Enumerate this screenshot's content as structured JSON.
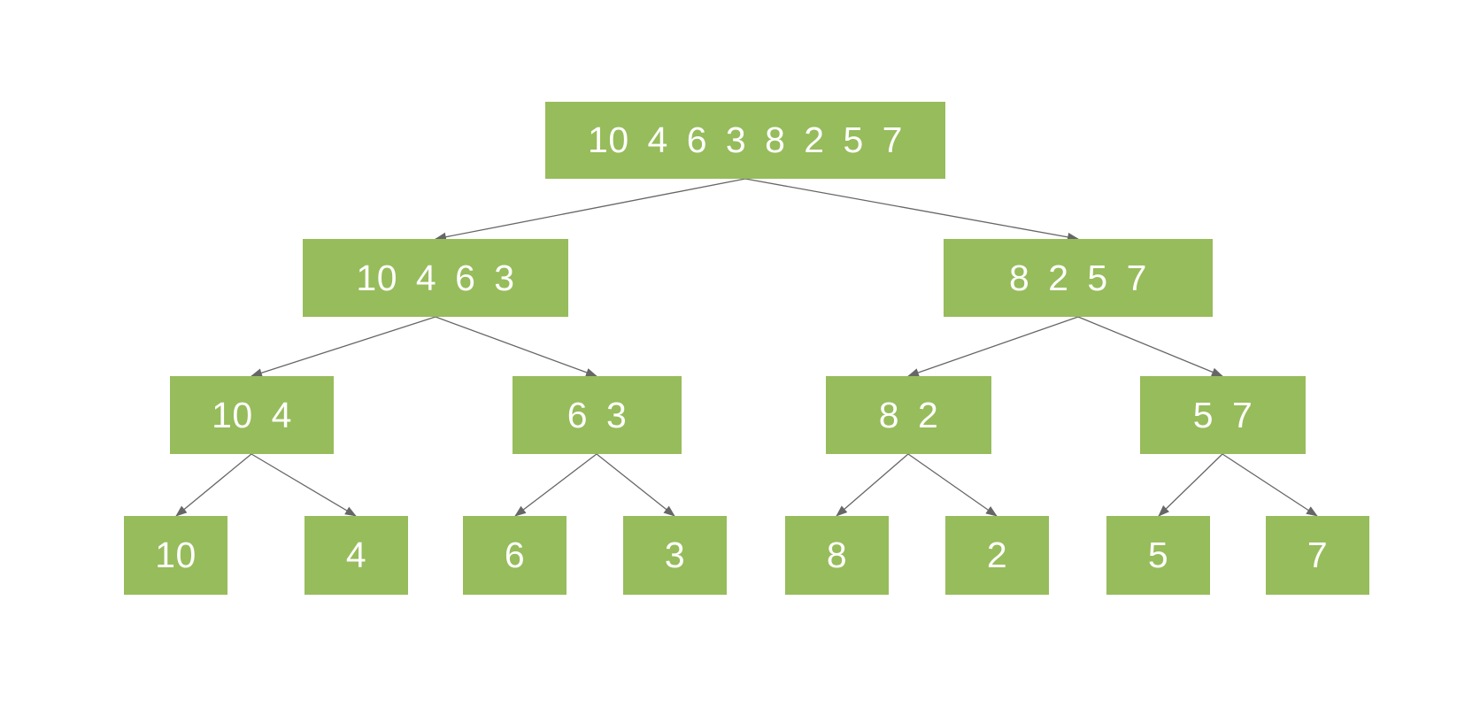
{
  "diagram": {
    "type": "binary-tree",
    "colors": {
      "node_fill": "#97bc5b",
      "node_text": "#ffffff",
      "edge_color": "#666666",
      "canvas_bg": "#ffffff"
    },
    "tree": {
      "root": {
        "label": "10 4 6 3 8 2 5 7",
        "values": [
          10,
          4,
          6,
          3,
          8,
          2,
          5,
          7
        ]
      },
      "level1": [
        {
          "label": "10 4 6 3",
          "values": [
            10,
            4,
            6,
            3
          ]
        },
        {
          "label": "8 2 5 7",
          "values": [
            8,
            2,
            5,
            7
          ]
        }
      ],
      "level2": [
        {
          "label": "10 4",
          "values": [
            10,
            4
          ]
        },
        {
          "label": "6 3",
          "values": [
            6,
            3
          ]
        },
        {
          "label": "8 2",
          "values": [
            8,
            2
          ]
        },
        {
          "label": "5 7",
          "values": [
            5,
            7
          ]
        }
      ],
      "leaves": [
        {
          "label": "10",
          "values": [
            10
          ]
        },
        {
          "label": "4",
          "values": [
            4
          ]
        },
        {
          "label": "6",
          "values": [
            6
          ]
        },
        {
          "label": "3",
          "values": [
            3
          ]
        },
        {
          "label": "8",
          "values": [
            8
          ]
        },
        {
          "label": "2",
          "values": [
            2
          ]
        },
        {
          "label": "5",
          "values": [
            5
          ]
        },
        {
          "label": "7",
          "values": [
            7
          ]
        }
      ],
      "edges": [
        {
          "from": "10 4 6 3 8 2 5 7",
          "to": "10 4 6 3"
        },
        {
          "from": "10 4 6 3 8 2 5 7",
          "to": "8 2 5 7"
        },
        {
          "from": "10 4 6 3",
          "to": "10 4"
        },
        {
          "from": "10 4 6 3",
          "to": "6 3"
        },
        {
          "from": "8 2 5 7",
          "to": "8 2"
        },
        {
          "from": "8 2 5 7",
          "to": "5 7"
        },
        {
          "from": "10 4",
          "to": "10"
        },
        {
          "from": "10 4",
          "to": "4"
        },
        {
          "from": "6 3",
          "to": "6"
        },
        {
          "from": "6 3",
          "to": "3"
        },
        {
          "from": "8 2",
          "to": "8"
        },
        {
          "from": "8 2",
          "to": "2"
        },
        {
          "from": "5 7",
          "to": "5"
        },
        {
          "from": "5 7",
          "to": "7"
        }
      ]
    }
  }
}
